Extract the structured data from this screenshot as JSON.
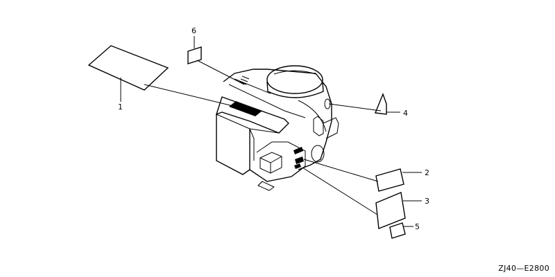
{
  "callouts": [
    {
      "number": "1"
    },
    {
      "number": "2"
    },
    {
      "number": "3"
    },
    {
      "number": "4"
    },
    {
      "number": "5"
    },
    {
      "number": "6"
    }
  ],
  "diagram_code": "ZJ40—E2800"
}
